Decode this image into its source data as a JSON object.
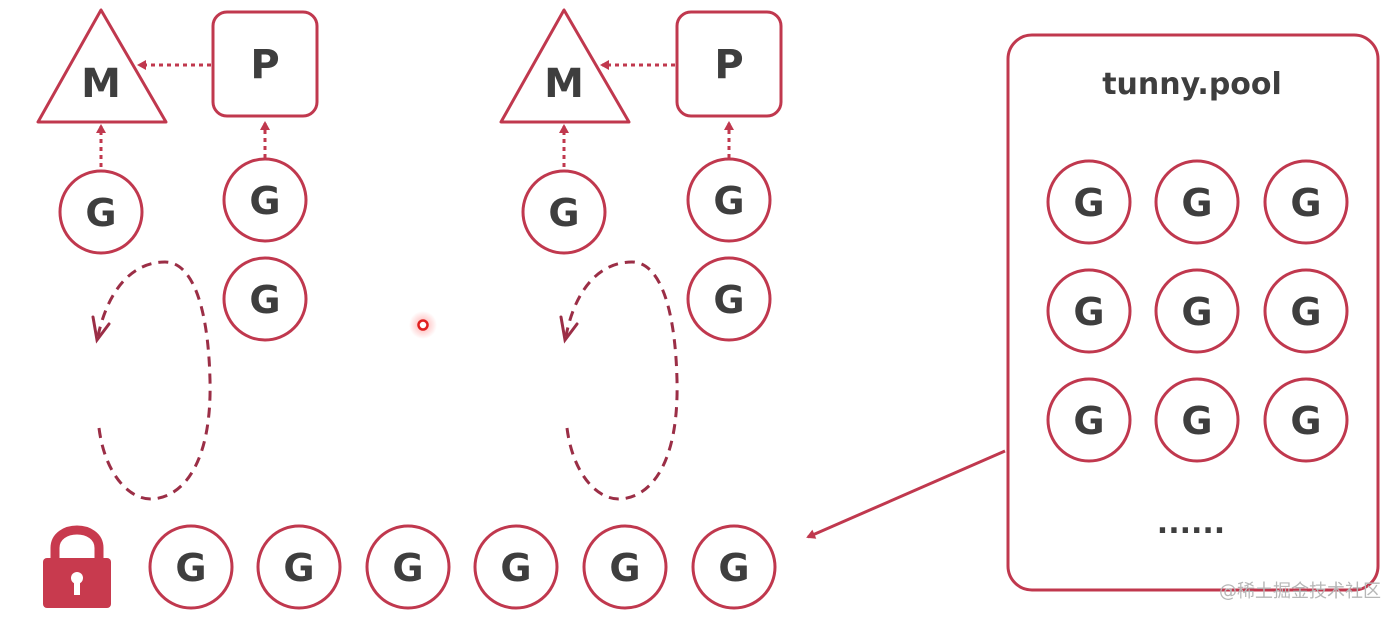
{
  "colors": {
    "stroke": "#C0384E",
    "lock_fill": "#C83A4E",
    "text": "#3E3E3E",
    "dashed_arrow": "#9B2E46",
    "cursor": "#E02020",
    "watermark": "#B7B7B7"
  },
  "labels": {
    "machine": "M",
    "processor": "P",
    "goroutine": "G"
  },
  "pool": {
    "title": "tunny.pool",
    "ellipsis": "......"
  },
  "icons": {
    "lock": "lock-icon",
    "cursor": "cursor-dot-icon"
  },
  "watermark": "@稀土掘金技术社区"
}
